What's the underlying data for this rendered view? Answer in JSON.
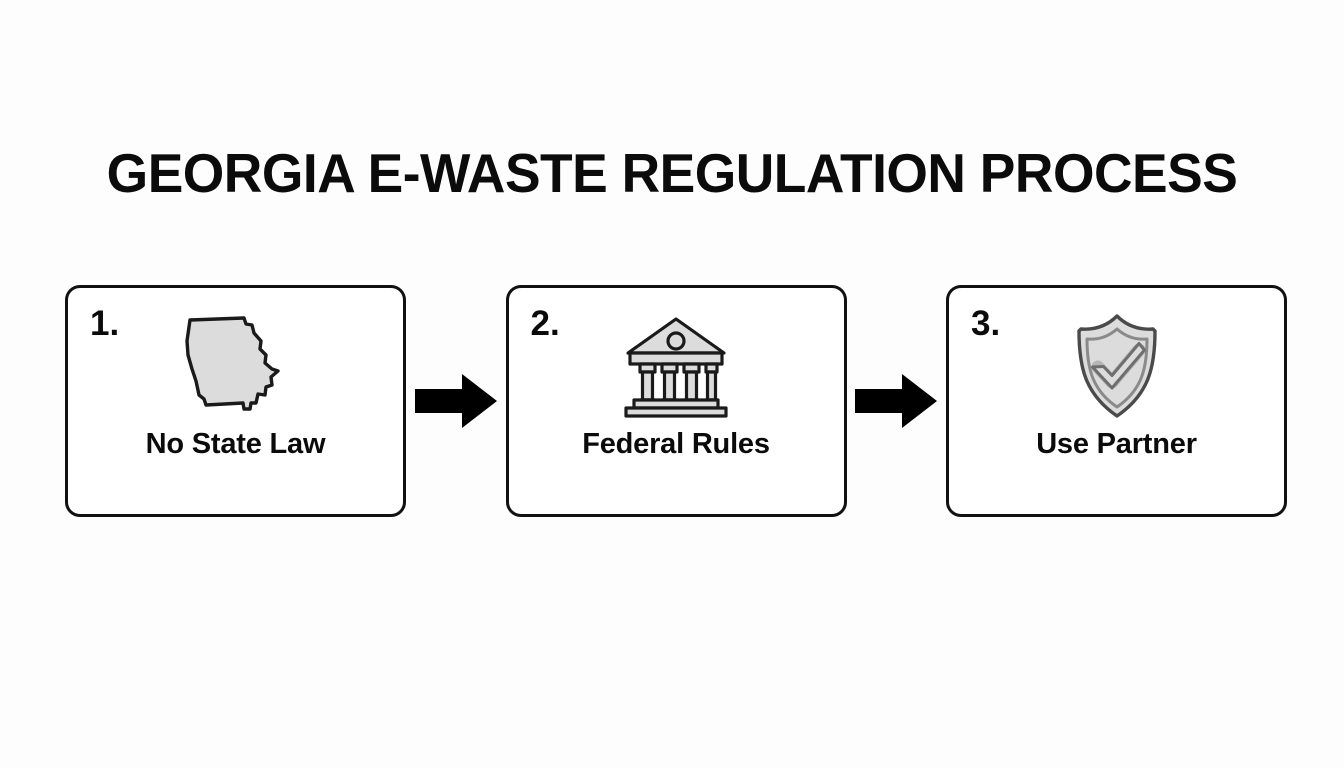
{
  "page": {
    "title": "GEORGIA E-WASTE REGULATION PROCESS",
    "background_color": "#fdfdfd",
    "text_color": "#0b0b0b",
    "card_border_color": "#111111",
    "card_fill_color": "#ffffff",
    "icon_fill_color": "#dcdcdc",
    "icon_stroke_color": "#1a1a1a",
    "arrow_color": "#000000"
  },
  "steps": [
    {
      "number": "1.",
      "label": "No State Law",
      "icon": "georgia-state-map-icon"
    },
    {
      "number": "2.",
      "label": "Federal Rules",
      "icon": "government-building-icon"
    },
    {
      "number": "3.",
      "label": "Use Partner",
      "icon": "shield-check-icon"
    }
  ],
  "connectors": [
    {
      "icon": "arrow-right-icon",
      "from": "1.",
      "to": "2."
    },
    {
      "icon": "arrow-right-icon",
      "from": "2.",
      "to": "3."
    }
  ]
}
